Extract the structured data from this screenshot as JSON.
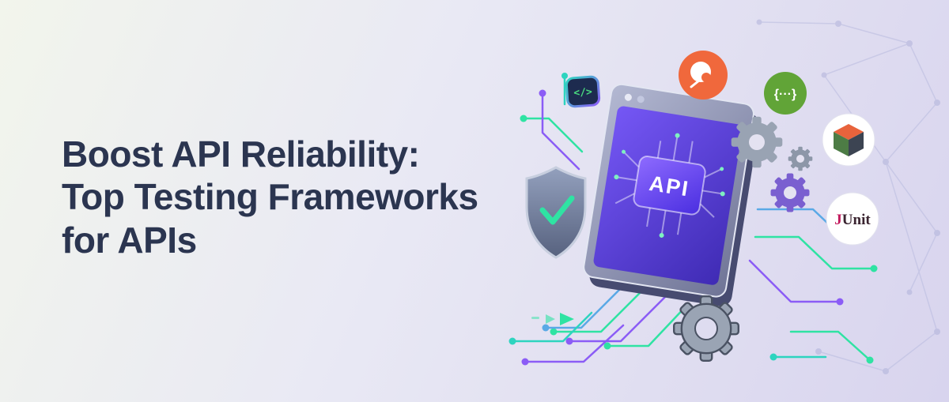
{
  "banner": {
    "headline_line1": "Boost API Reliability:",
    "headline_line2": "Top Testing Frameworks",
    "headline_line3": "for APIs"
  },
  "illustration": {
    "api_chip_label": "API",
    "code_tag_glyph": "</>",
    "braces_badge_glyph": "{···}",
    "junit_j": "J",
    "junit_unit": "Unit"
  },
  "colors": {
    "headline_text": "#2b3550",
    "background_start": "#f2f5ec",
    "background_end": "#d8d4ee",
    "accent_green": "#2fe3a3",
    "accent_purple": "#8b5cf6",
    "accent_blue": "#5aa9e6",
    "accent_teal": "#2dd4bf",
    "postman_orange": "#f0683c",
    "braces_badge_green": "#61a437",
    "cube_top_orange": "#e8633c",
    "cube_left_green": "#4d7c45",
    "cube_right_dark": "#3c4452",
    "gear_gray": "#99a3b3",
    "gear_purple": "#7a5fd0",
    "junit_red": "#c2185b",
    "junit_dark": "#3a2430",
    "chip_text": "#ffffff"
  }
}
